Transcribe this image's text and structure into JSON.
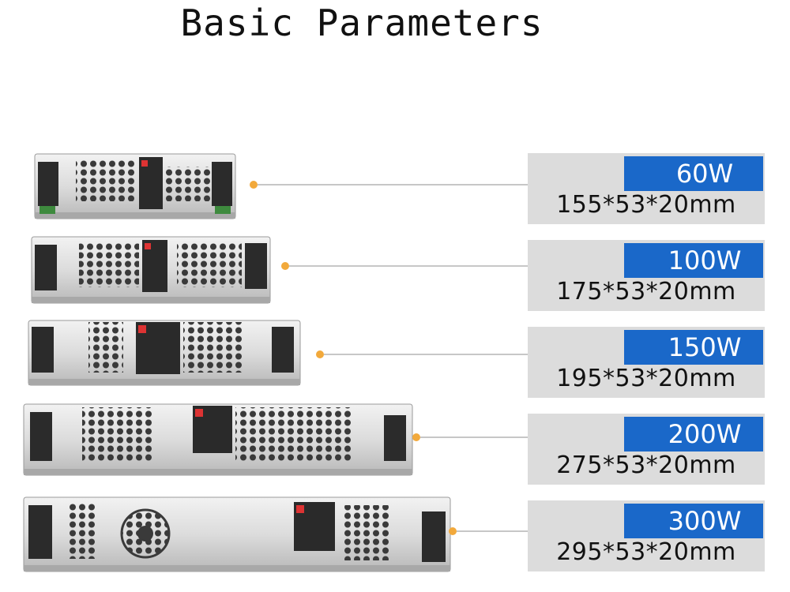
{
  "title": "Basic Parameters",
  "colors": {
    "accent": "#1a68c9",
    "plate": "#dcdcdc",
    "dot": "#f2a93b",
    "line": "#c7c7c7"
  },
  "products": [
    {
      "watt": "60W",
      "dims": "155*53*20mm"
    },
    {
      "watt": "100W",
      "dims": "175*53*20mm"
    },
    {
      "watt": "150W",
      "dims": "195*53*20mm"
    },
    {
      "watt": "200W",
      "dims": "275*53*20mm"
    },
    {
      "watt": "300W",
      "dims": "295*53*20mm"
    }
  ]
}
